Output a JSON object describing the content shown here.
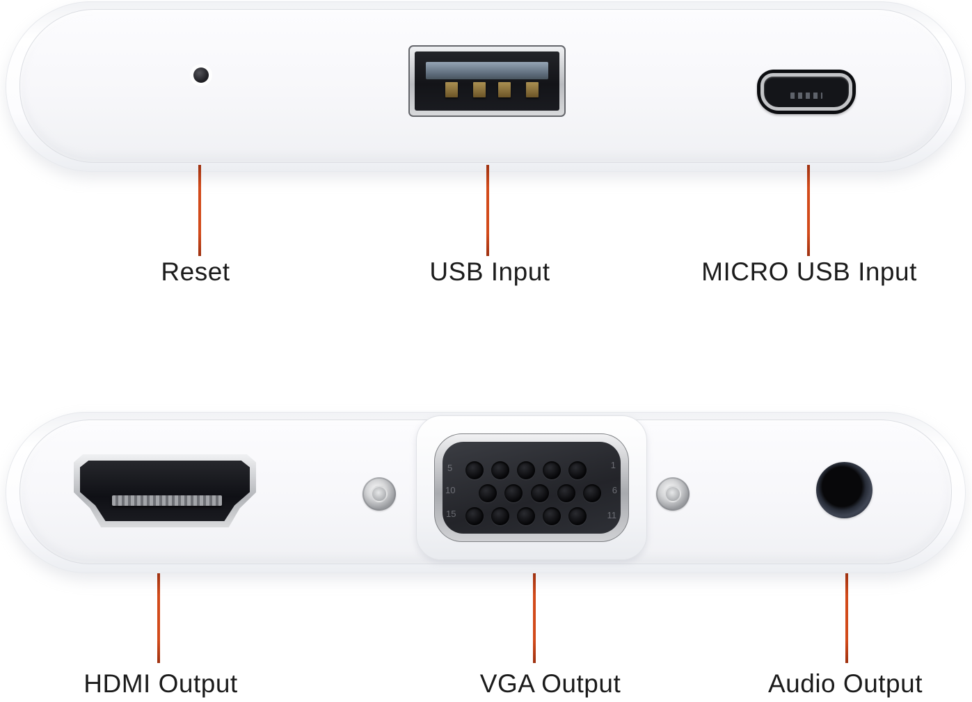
{
  "colors": {
    "background": "#ffffff",
    "device_body": "#f7f8fa",
    "leader_line": "#c54413",
    "label_text": "#1b1b1b"
  },
  "top_view": {
    "callouts": [
      {
        "label": "Reset",
        "port": "reset-pinhole"
      },
      {
        "label": "USB Input",
        "port": "usb-a-port"
      },
      {
        "label": "MICRO USB Input",
        "port": "micro-usb-port"
      }
    ]
  },
  "bottom_view": {
    "callouts": [
      {
        "label": "HDMI Output",
        "port": "hdmi-port"
      },
      {
        "label": "VGA Output",
        "port": "vga-port"
      },
      {
        "label": "Audio Output",
        "port": "audio-jack"
      }
    ],
    "vga_pin_numbers": [
      "5",
      "1",
      "10",
      "6",
      "15",
      "11"
    ]
  }
}
